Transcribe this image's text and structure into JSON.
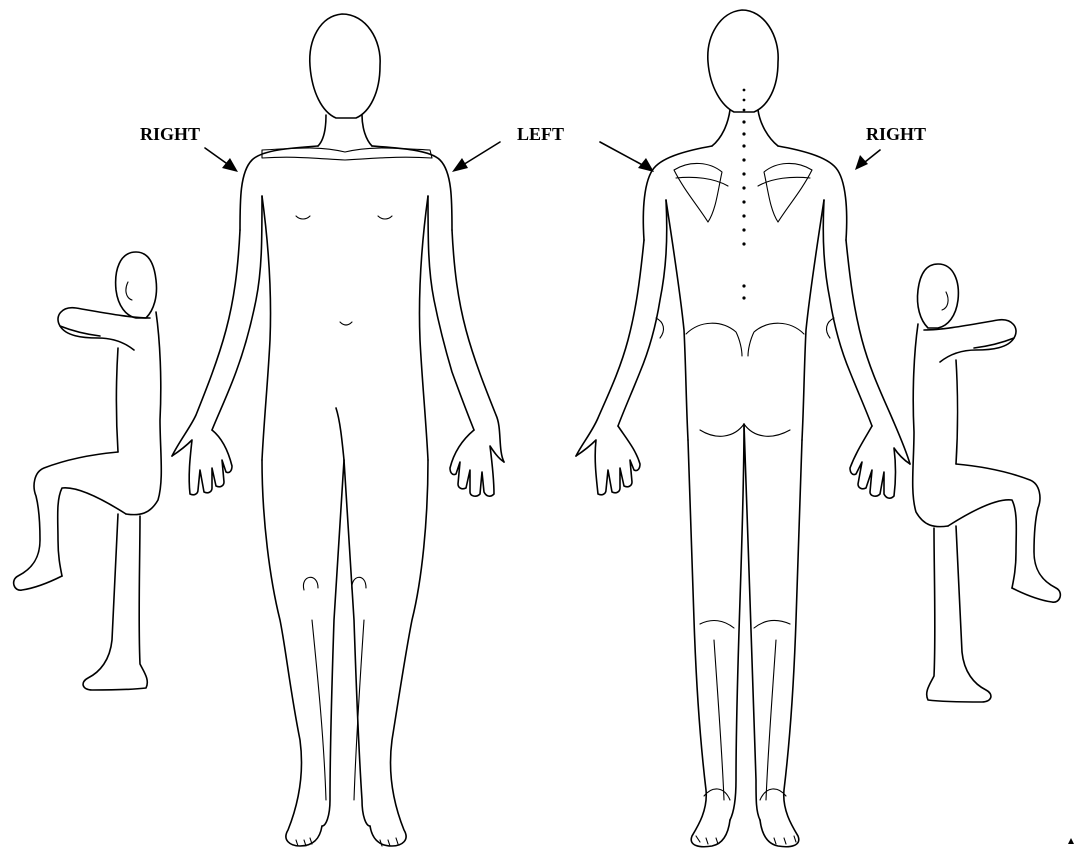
{
  "labels": {
    "front_right": "RIGHT",
    "center_left": "LEFT",
    "back_right": "RIGHT"
  },
  "colors": {
    "line": "#000000",
    "background": "#ffffff"
  },
  "figures": [
    "front-view-body",
    "back-view-body",
    "side-squat-figure-left",
    "side-squat-figure-right"
  ]
}
